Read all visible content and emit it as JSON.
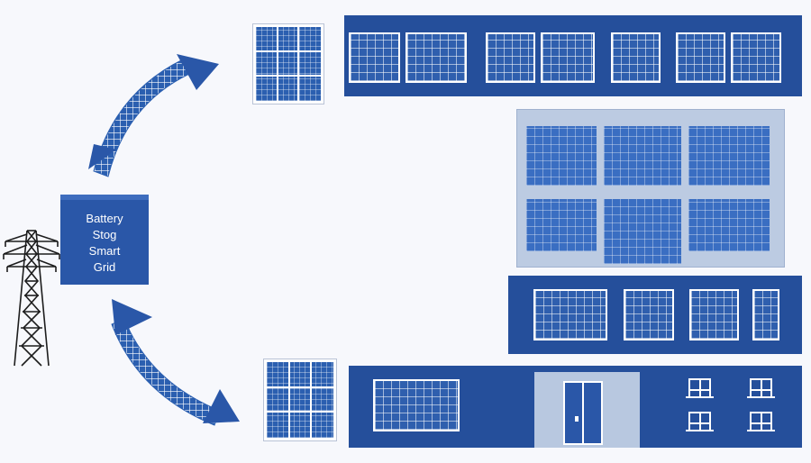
{
  "battery": {
    "lines": [
      "Battery",
      "Stog",
      "Smart",
      "Grid"
    ]
  },
  "icons": {
    "tower": "power-transmission-tower-icon",
    "arrow_up": "curved-solar-arrow-up-icon",
    "arrow_down": "curved-solar-arrow-down-icon"
  },
  "colors": {
    "background": "#f7f8fc",
    "facade": "#254f9b",
    "panel": "#2b5fb0",
    "light_block": "#bccbe2"
  }
}
